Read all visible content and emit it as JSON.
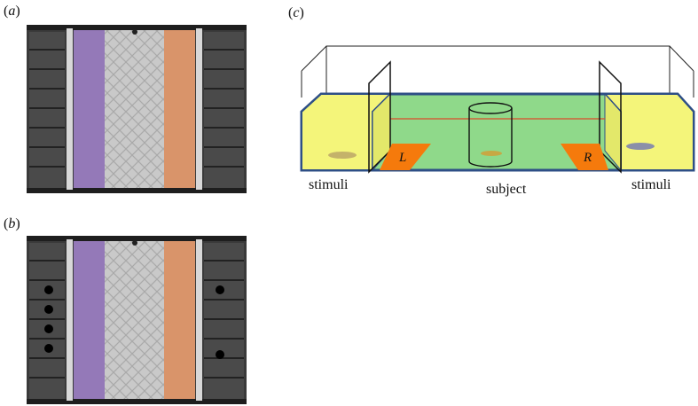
{
  "panels": {
    "a": {
      "paren_open": "(",
      "letter": "a",
      "paren_close": ")"
    },
    "b": {
      "paren_open": "(",
      "letter": "b",
      "paren_close": ")"
    },
    "c": {
      "paren_open": "(",
      "letter": "c",
      "paren_close": ")"
    }
  },
  "diagram_c": {
    "left_label": "stimuli",
    "center_label": "subject",
    "right_label": "stimuli",
    "zone_left": "L",
    "zone_right": "R"
  },
  "dots": {
    "b_left_compartments": [
      2,
      3,
      4,
      5
    ],
    "b_right_compartments": [
      2,
      5
    ]
  },
  "colors": {
    "purple_zone": "#9479b8",
    "orange_zone": "#d9946a",
    "tank_green": "#8fd98a",
    "stimulus_yellow": "#f4f57a",
    "zone_orange": "#f57a0c",
    "tank_outline": "#2e4f86"
  }
}
